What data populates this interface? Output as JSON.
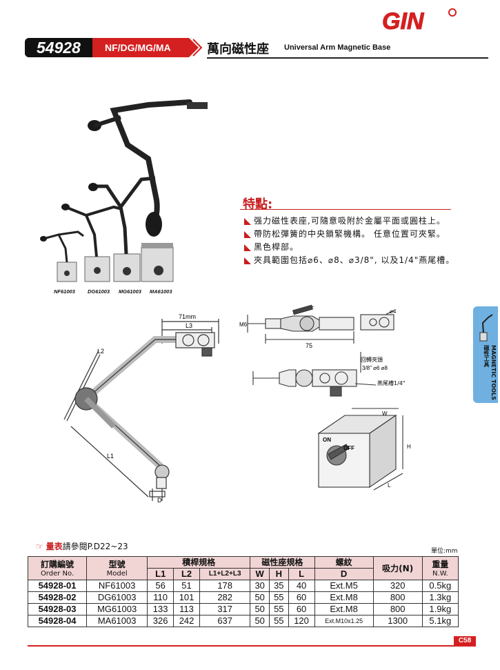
{
  "logo": {
    "text": "GIN"
  },
  "header": {
    "model": "54928",
    "variants": "NF/DG/MG/MA",
    "title_zh": "萬向磁性座",
    "title_en": "Universal Arm Magnetic Base"
  },
  "photo_captions": [
    "NF61003",
    "DG61003",
    "MG61003",
    "MA61003"
  ],
  "features": {
    "title": "特點:",
    "items": [
      "强力磁性表座,可隨意吸附於金屬平面或圓柱上。",
      "帶防松彈簧的中央鎖緊機構。 任意位置可夾緊。",
      "黑色桿部。",
      "夾具範圍包括⌀6、⌀8、⌀3/8\", 以及1/4\"燕尾槽。"
    ]
  },
  "diagram_labels": {
    "dim_71": "71mm",
    "L3": "L3",
    "L2": "L2",
    "L1": "L1",
    "D": "D",
    "M6": "M6",
    "dim_75": "75",
    "phi4": "⌀4",
    "clamp_head": "回轉夾頭",
    "sizes": "3/8\"  ⌀6  ⌀8",
    "dovetail": "燕尾槽1/4\"",
    "W": "W",
    "H": "H",
    "L": "L",
    "on": "ON",
    "off": "OFF"
  },
  "side_tab": {
    "en": "MAGNETIC TOOLS",
    "zh": "磁性工具"
  },
  "reference": {
    "prefix": "量表",
    "text": "請參閱P.D22~23"
  },
  "unit": "單位:mm",
  "table": {
    "head": {
      "order_zh": "訂購編號",
      "order_en": "Order No.",
      "model_zh": "型號",
      "model_en": "Model",
      "arm_spec": "積桿規格",
      "base_spec": "磁性座規格",
      "thread": "螺紋",
      "force": "吸力(N)",
      "weight_zh": "重量",
      "weight_en": "N.W.",
      "L1": "L1",
      "L2": "L2",
      "Lsum": "L1+L2+L3",
      "W": "W",
      "H": "H",
      "L": "L",
      "D": "D"
    },
    "rows": [
      {
        "order": "54928-01",
        "model": "NF61003",
        "L1": "56",
        "L2": "51",
        "Lsum": "178",
        "W": "30",
        "H": "35",
        "L": "40",
        "D": "Ext.M5",
        "force": "320",
        "weight": "0.5kg"
      },
      {
        "order": "54928-02",
        "model": "DG61003",
        "L1": "110",
        "L2": "101",
        "Lsum": "282",
        "W": "50",
        "H": "55",
        "L": "60",
        "D": "Ext.M8",
        "force": "800",
        "weight": "1.3kg"
      },
      {
        "order": "54928-03",
        "model": "MG61003",
        "L1": "133",
        "L2": "113",
        "Lsum": "317",
        "W": "50",
        "H": "55",
        "L": "60",
        "D": "Ext.M8",
        "force": "800",
        "weight": "1.9kg"
      },
      {
        "order": "54928-04",
        "model": "MA61003",
        "L1": "326",
        "L2": "242",
        "Lsum": "637",
        "W": "50",
        "H": "55",
        "L": "120",
        "D": "Ext.M10x1.25",
        "force": "1300",
        "weight": "5.1kg"
      }
    ]
  },
  "page_number": "C58"
}
